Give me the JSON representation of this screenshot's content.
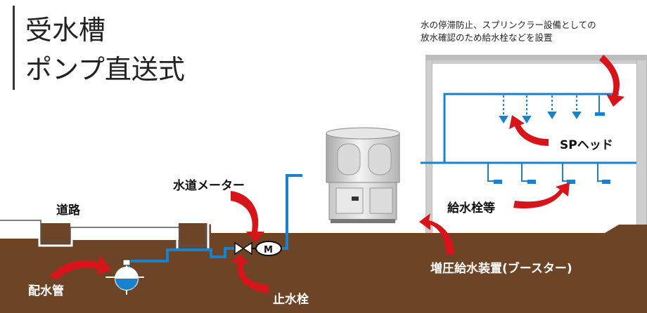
{
  "title": {
    "line1": "受水槽",
    "line2": "ポンプ直送式"
  },
  "note": {
    "line1": "水の停滞防止、スプリンクラー設備としての",
    "line2": "放水確認のため給水栓などを設置"
  },
  "labels": {
    "road": "道路",
    "water_meter": "水道メーター",
    "meter_symbol": "M",
    "stop_valve": "止水栓",
    "distribution_pipe": "配水管",
    "booster": "増圧給水装置(ブースター)",
    "faucets": "給水栓等",
    "sp_head": "SPヘッド"
  },
  "colors": {
    "ground": "#6e4427",
    "pipe": "#1a82cc",
    "arrow": "#d7141a",
    "wall": "#9a9a9a",
    "outline": "#111111"
  }
}
